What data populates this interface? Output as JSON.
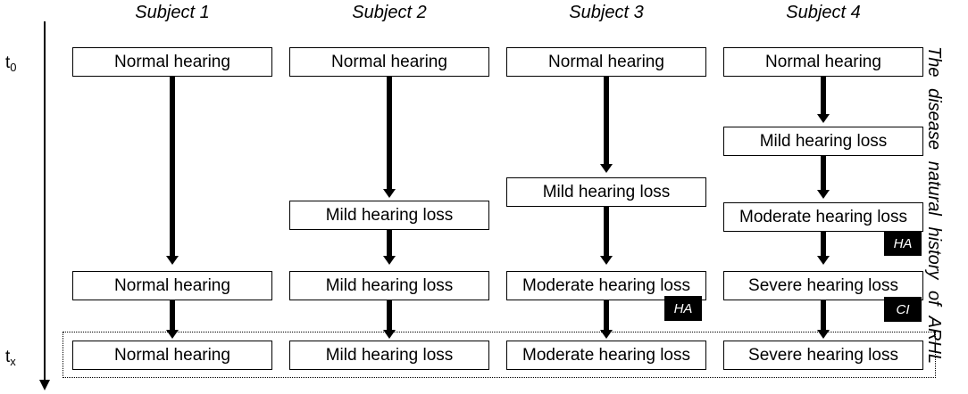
{
  "side_title": "The disease natural history of ARHL",
  "time_axis": {
    "start": {
      "base": "t",
      "sub": "0"
    },
    "end": {
      "base": "t",
      "sub": "x"
    }
  },
  "subjects": [
    {
      "title": "Subject 1",
      "stages": [
        {
          "label": "Normal hearing"
        },
        {
          "label": "Normal hearing"
        },
        {
          "label": "Normal hearing"
        }
      ]
    },
    {
      "title": "Subject 2",
      "stages": [
        {
          "label": "Normal hearing"
        },
        {
          "label": "Mild hearing loss"
        },
        {
          "label": "Mild hearing loss"
        },
        {
          "label": "Mild hearing loss"
        }
      ]
    },
    {
      "title": "Subject 3",
      "stages": [
        {
          "label": "Normal hearing"
        },
        {
          "label": "Mild hearing loss"
        },
        {
          "label": "Moderate hearing loss",
          "badge": "HA"
        },
        {
          "label": "Moderate hearing loss"
        }
      ]
    },
    {
      "title": "Subject 4",
      "stages": [
        {
          "label": "Normal hearing"
        },
        {
          "label": "Mild hearing loss"
        },
        {
          "label": "Moderate hearing loss",
          "badge": "HA"
        },
        {
          "label": "Severe hearing loss",
          "badge": "CI"
        },
        {
          "label": "Severe hearing loss"
        }
      ]
    }
  ]
}
